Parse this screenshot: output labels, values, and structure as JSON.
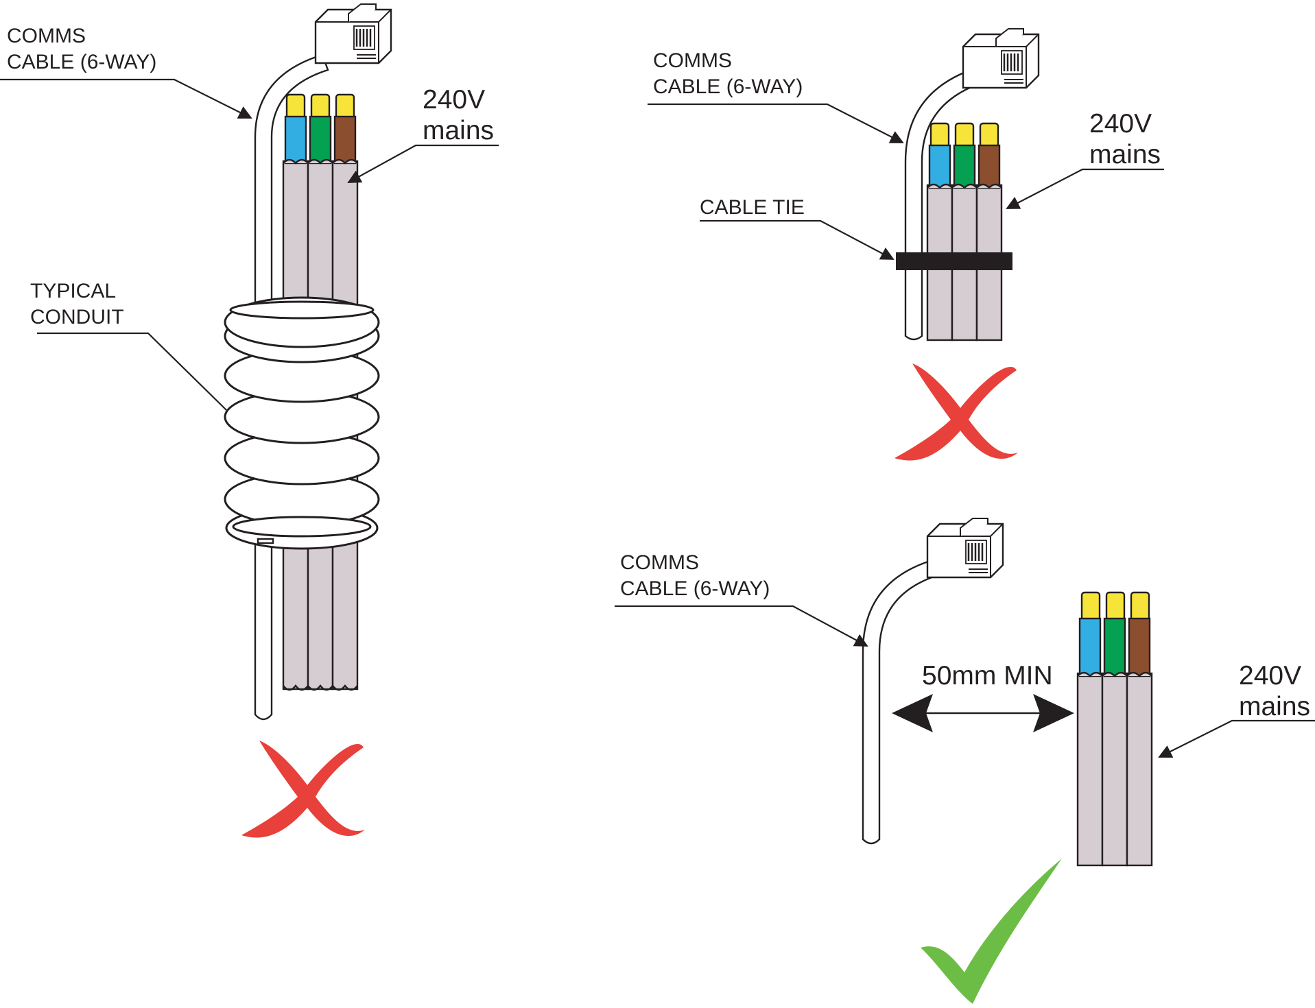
{
  "colors": {
    "wire_yellow": "#f7e43a",
    "wire_blue": "#33aee3",
    "wire_green": "#03a151",
    "wire_brown": "#8b4e2f",
    "sheath_grey": "#d6cdd3",
    "cross_red": "#e8403a",
    "tick_green": "#6cbd45",
    "cable_tie_black": "#231f20",
    "outline": "#231f20"
  },
  "panels": {
    "conduit": {
      "comms_label": [
        "COMMS",
        "CABLE (6-WAY)"
      ],
      "mains_label": [
        "240V",
        "mains"
      ],
      "conduit_label": [
        "TYPICAL",
        "CONDUIT"
      ],
      "verdict": "incorrect",
      "verdict_icon": "cross-icon"
    },
    "cable_tie": {
      "comms_label": [
        "COMMS",
        "CABLE (6-WAY)"
      ],
      "mains_label": [
        "240V",
        "mains"
      ],
      "tie_label": "CABLE TIE",
      "verdict": "incorrect",
      "verdict_icon": "cross-icon"
    },
    "separated": {
      "comms_label": [
        "COMMS",
        "CABLE (6-WAY)"
      ],
      "mains_label": [
        "240V",
        "mains"
      ],
      "spacing_label": "50mm MIN",
      "verdict": "correct",
      "verdict_icon": "tick-icon"
    }
  }
}
